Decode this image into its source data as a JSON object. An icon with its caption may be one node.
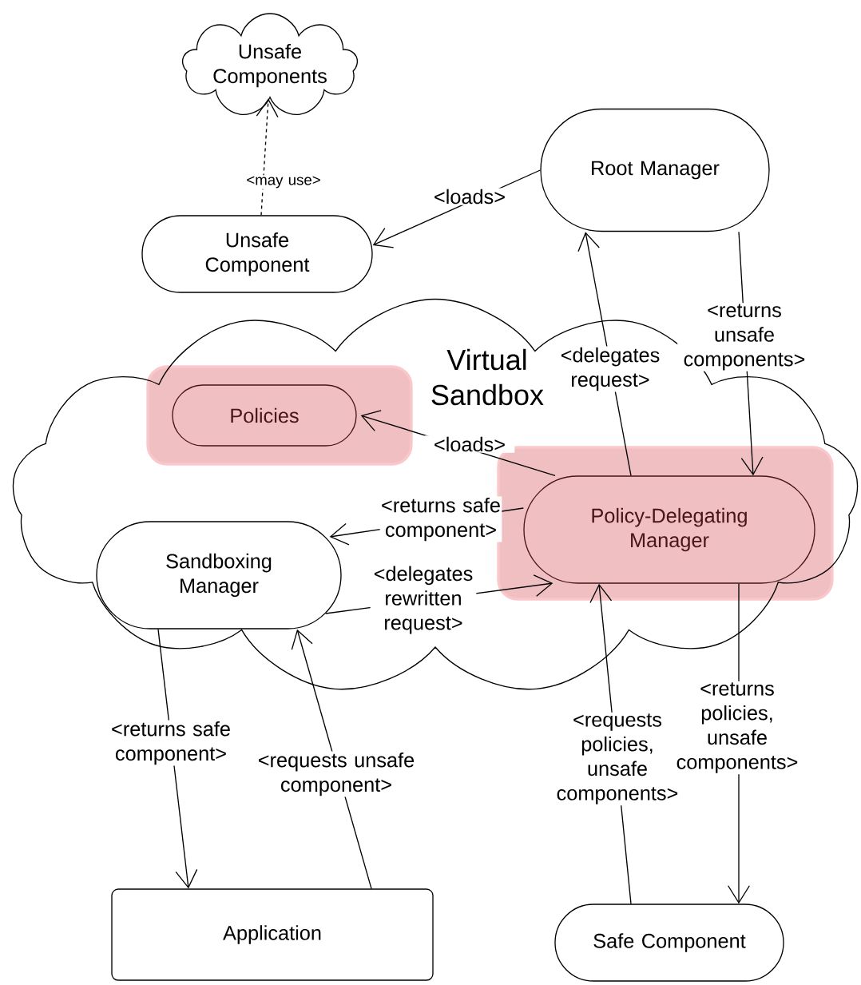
{
  "diagram": {
    "nodes": [
      {
        "text": [
          "Unsafe Components"
        ]
      },
      {
        "text": [
          "Root Manager"
        ]
      },
      {
        "text": [
          "Unsafe Component"
        ]
      },
      {
        "text": [
          "Virtual Sandbox"
        ]
      },
      {
        "text": [
          "Policies"
        ],
        "in": 3
      },
      {
        "text": [
          "Sandboxing Manager"
        ],
        "in": 3
      },
      {
        "text": [
          "Policy-Delegating Manager"
        ],
        "in": 3
      },
      {
        "text": [
          "Application"
        ]
      },
      {
        "text": [
          "Safe Component"
        ]
      }
    ],
    "edges": [
      {
        "from": 2,
        "to": 0,
        "arrow": "to",
        "label": "<may use>",
        "style": "dashed"
      },
      {
        "from": 1,
        "to": 2,
        "arrow": "to",
        "label": "<loads>"
      },
      {
        "from": 6,
        "to": 1,
        "arrow": "to",
        "label": "<delegates request>"
      },
      {
        "from": 1,
        "to": 6,
        "arrow": "to",
        "label": "<returns unsafe components>"
      },
      {
        "from": 6,
        "to": 4,
        "arrow": "to",
        "label": "<loads>"
      },
      {
        "from": 6,
        "to": 5,
        "arrow": "to",
        "label": "<returns safe component>"
      },
      {
        "from": 5,
        "to": 6,
        "arrow": "to",
        "label": "<delegates rewritten request>"
      },
      {
        "from": 5,
        "to": 7,
        "arrow": "to",
        "label": "<returns safe component>"
      },
      {
        "from": 7,
        "to": 5,
        "arrow": "to",
        "label": "<requests unsafe component>"
      },
      {
        "from": 8,
        "to": 6,
        "arrow": "to",
        "label": "<requests policies, unsafe components>"
      },
      {
        "from": 6,
        "to": 8,
        "arrow": "to",
        "label": "<returns policies, unsafe components>"
      }
    ]
  }
}
